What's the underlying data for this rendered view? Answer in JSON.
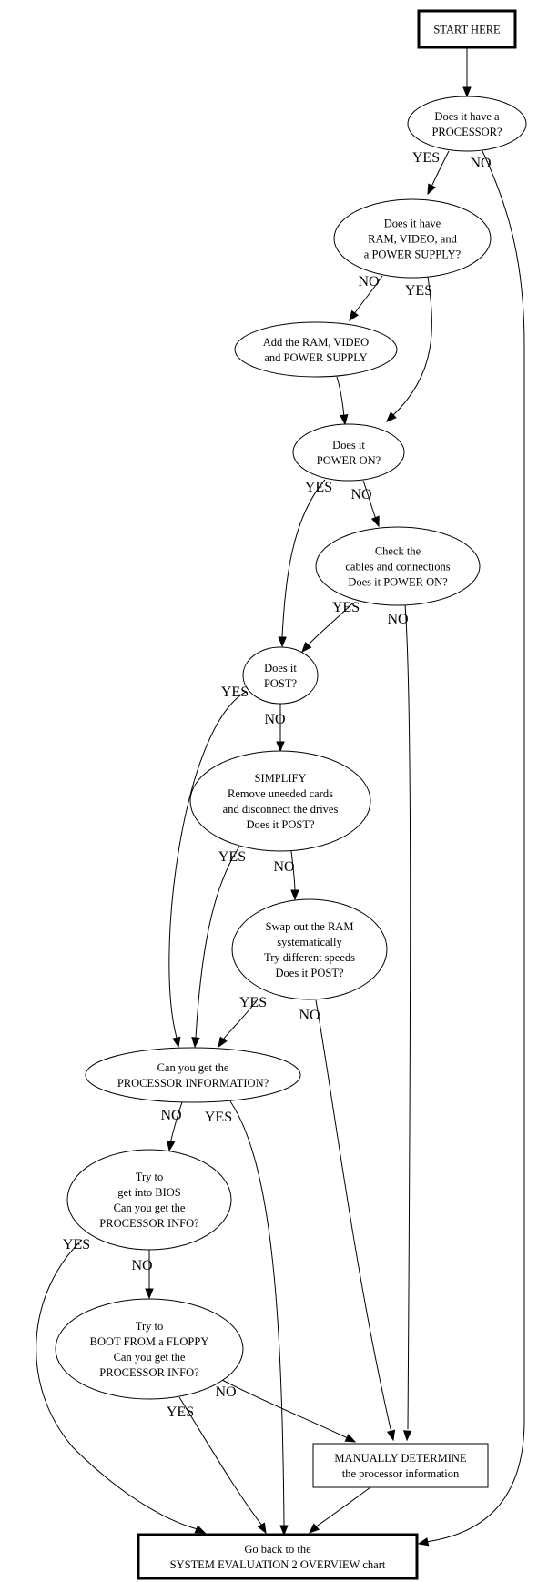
{
  "diagram": {
    "type": "flowchart",
    "nodes": [
      {
        "id": "start",
        "shape": "box-bold",
        "lines": [
          "START HERE"
        ]
      },
      {
        "id": "has_processor",
        "shape": "ellipse",
        "lines": [
          "Does it have a",
          "PROCESSOR?"
        ]
      },
      {
        "id": "has_ram_video_psu",
        "shape": "ellipse",
        "lines": [
          "Does it have",
          "RAM, VIDEO, and",
          "a POWER SUPPLY?"
        ]
      },
      {
        "id": "add_ram_video_psu",
        "shape": "ellipse",
        "lines": [
          "Add the RAM, VIDEO",
          "and POWER SUPPLY"
        ]
      },
      {
        "id": "power_on",
        "shape": "ellipse",
        "lines": [
          "Does it",
          "POWER ON?"
        ]
      },
      {
        "id": "check_cables",
        "shape": "ellipse",
        "lines": [
          "Check the",
          "cables and connections",
          "Does it POWER ON?"
        ]
      },
      {
        "id": "post",
        "shape": "ellipse",
        "lines": [
          "Does it",
          "POST?"
        ]
      },
      {
        "id": "simplify",
        "shape": "ellipse",
        "lines": [
          "SIMPLIFY",
          "Remove uneeded cards",
          "and disconnect the drives",
          "Does it POST?"
        ]
      },
      {
        "id": "swap_ram",
        "shape": "ellipse",
        "lines": [
          "Swap out the RAM",
          "systematically",
          "Try different speeds",
          "Does it POST?"
        ]
      },
      {
        "id": "processor_info",
        "shape": "ellipse",
        "lines": [
          "Can you get the",
          "PROCESSOR INFORMATION?"
        ]
      },
      {
        "id": "bios",
        "shape": "ellipse",
        "lines": [
          "Try to",
          "get into BIOS",
          "Can you get the",
          "PROCESSOR INFO?"
        ]
      },
      {
        "id": "floppy",
        "shape": "ellipse",
        "lines": [
          "Try to",
          "BOOT FROM a FLOPPY",
          "Can you get the",
          "PROCESSOR INFO?"
        ]
      },
      {
        "id": "manual",
        "shape": "box",
        "lines": [
          "MANUALLY DETERMINE",
          "the processor information"
        ]
      },
      {
        "id": "go_back",
        "shape": "box-bold",
        "lines": [
          "Go back to the",
          "SYSTEM EVALUATION 2 OVERVIEW chart"
        ]
      }
    ],
    "edges": [
      {
        "from": "start",
        "to": "has_processor",
        "label": ""
      },
      {
        "from": "has_processor",
        "to": "has_ram_video_psu",
        "label": "YES"
      },
      {
        "from": "has_processor",
        "to": "go_back",
        "label": "NO"
      },
      {
        "from": "has_ram_video_psu",
        "to": "add_ram_video_psu",
        "label": "NO"
      },
      {
        "from": "has_ram_video_psu",
        "to": "power_on",
        "label": "YES"
      },
      {
        "from": "add_ram_video_psu",
        "to": "power_on",
        "label": ""
      },
      {
        "from": "power_on",
        "to": "post",
        "label": "YES"
      },
      {
        "from": "power_on",
        "to": "check_cables",
        "label": "NO"
      },
      {
        "from": "check_cables",
        "to": "post",
        "label": "YES"
      },
      {
        "from": "check_cables",
        "to": "manual",
        "label": "NO"
      },
      {
        "from": "post",
        "to": "processor_info",
        "label": "YES"
      },
      {
        "from": "post",
        "to": "simplify",
        "label": "NO"
      },
      {
        "from": "simplify",
        "to": "processor_info",
        "label": "YES"
      },
      {
        "from": "simplify",
        "to": "swap_ram",
        "label": "NO"
      },
      {
        "from": "swap_ram",
        "to": "processor_info",
        "label": "YES"
      },
      {
        "from": "swap_ram",
        "to": "manual",
        "label": "NO"
      },
      {
        "from": "processor_info",
        "to": "bios",
        "label": "NO"
      },
      {
        "from": "processor_info",
        "to": "go_back",
        "label": "YES"
      },
      {
        "from": "bios",
        "to": "go_back",
        "label": "YES"
      },
      {
        "from": "bios",
        "to": "floppy",
        "label": "NO"
      },
      {
        "from": "floppy",
        "to": "go_back",
        "label": "YES"
      },
      {
        "from": "floppy",
        "to": "manual",
        "label": "NO"
      },
      {
        "from": "manual",
        "to": "go_back",
        "label": ""
      }
    ]
  }
}
